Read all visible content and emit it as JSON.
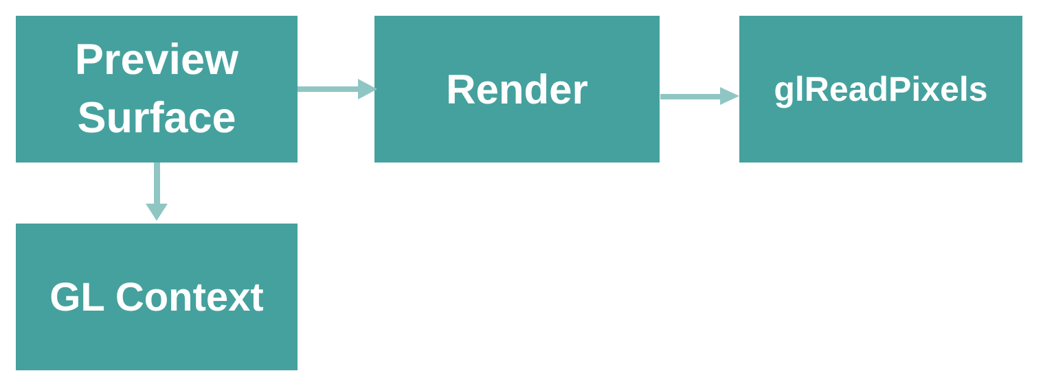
{
  "diagram": {
    "title": "",
    "colors": {
      "background": "#ffffff",
      "node_fill": "#45a19e",
      "node_text": "#ffffff",
      "arrow": "#8fc6c3"
    },
    "nodes": [
      {
        "id": "preview-surface",
        "label": "Preview Surface"
      },
      {
        "id": "render",
        "label": "Render"
      },
      {
        "id": "glreadpixels",
        "label": "glReadPixels"
      },
      {
        "id": "gl-context",
        "label": "GL Context"
      }
    ],
    "edges": [
      {
        "from": "preview-surface",
        "to": "render",
        "direction": "right"
      },
      {
        "from": "render",
        "to": "glreadpixels",
        "direction": "right"
      },
      {
        "from": "preview-surface",
        "to": "gl-context",
        "direction": "down"
      }
    ]
  }
}
